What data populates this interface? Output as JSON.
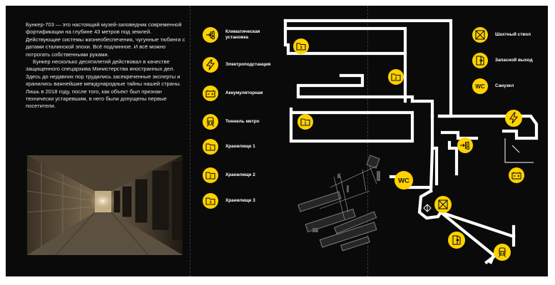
{
  "intro": {
    "paragraph1": "Бункер-703 — это настоящий музей-заповедник современной фортификации на глубине 43 метров под землей. Действующие системы жизнеобеспечения, чугунные тюбинги с датами сталинской эпохи. Всё подлинное. И всё можно потрогать собственными руками.",
    "paragraph2": "Бункер несколько десятилетий действовал в качестве защищенного спецархива Министерства иностранных дел. Здесь до недавних пор трудились засекреченные эксперты и хранились важнейшие международные тайны нашей страны. Лишь в 2018 году, после того, как объект был признан технически устаревшим, в него были допущены первые посетители."
  },
  "legend": [
    {
      "icon": "climate-fan-icon",
      "label": "Климатическая установка"
    },
    {
      "icon": "lightning-icon",
      "label": "Электроподстанция"
    },
    {
      "icon": "battery-icon",
      "label": "Аккумуляторная"
    },
    {
      "icon": "metro-train-icon",
      "label": "Тоннель метро"
    },
    {
      "icon": "folder-1-icon",
      "label": "Хранилище 1",
      "number": "1"
    },
    {
      "icon": "folder-2-icon",
      "label": "Хранилище 2",
      "number": "2"
    },
    {
      "icon": "folder-3-icon",
      "label": "Хранилище 3",
      "number": "3"
    }
  ],
  "legend_right": [
    {
      "icon": "shaft-icon",
      "label": "Шахтный ствол"
    },
    {
      "icon": "exit-icon",
      "label": "Запасной выход"
    },
    {
      "icon": "wc-icon",
      "label": "Санузел",
      "text": "WC"
    }
  ],
  "map_markers": {
    "storage_1": "1",
    "storage_2": "2",
    "storage_3": "3",
    "wc": "WC"
  },
  "colors": {
    "background": "#0a0a0a",
    "accent": "#ffd200",
    "paths": "#ffffff"
  }
}
